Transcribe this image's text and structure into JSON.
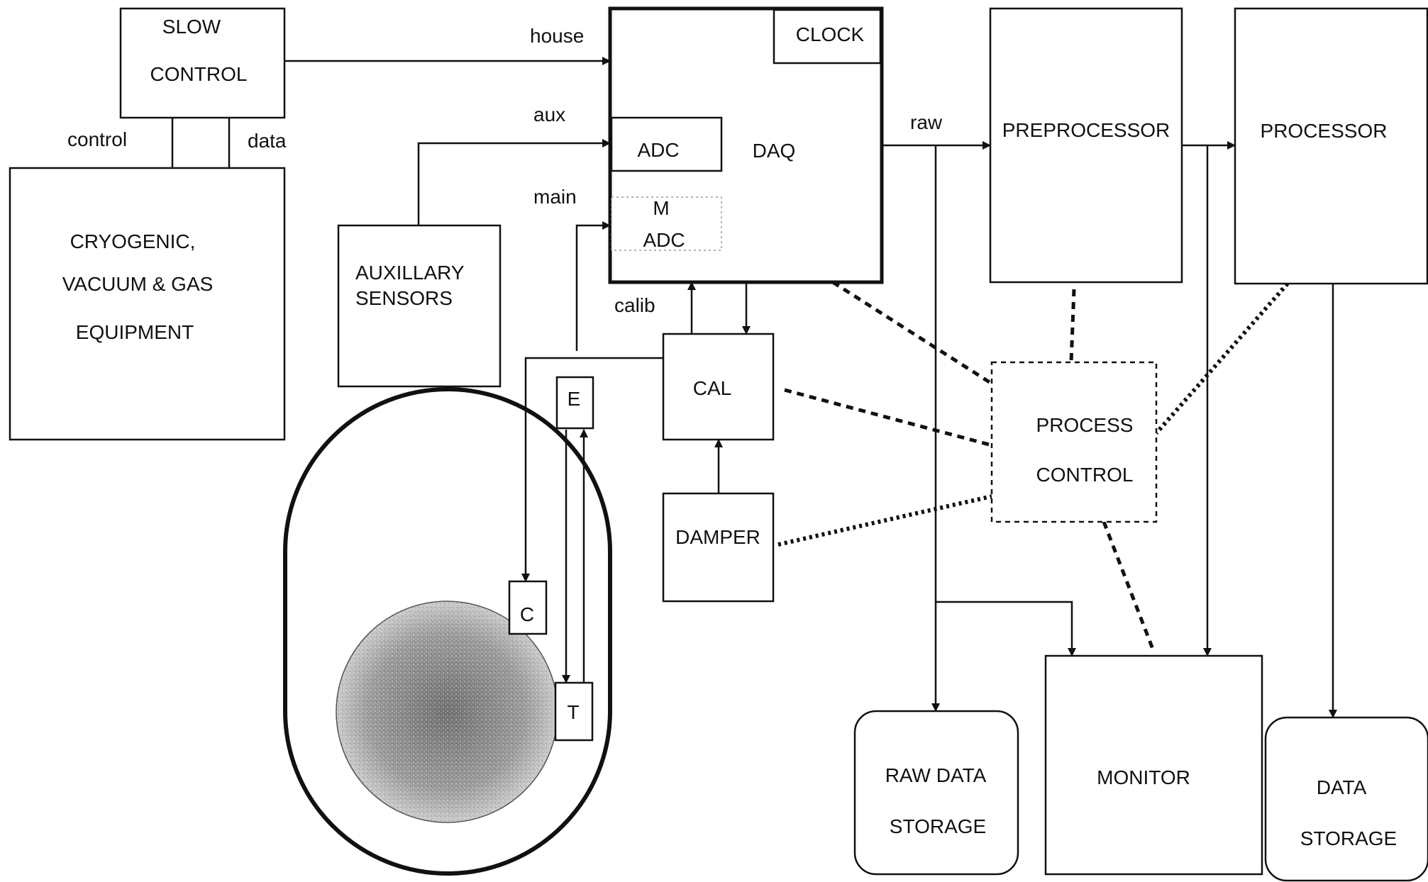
{
  "blocks": {
    "slow_control": [
      "SLOW",
      "CONTROL"
    ],
    "cryogenic": [
      "CRYOGENIC,",
      "VACUUM & GAS",
      "EQUIPMENT"
    ],
    "auxillary_sensors": [
      "AUXILLARY",
      "SENSORS"
    ],
    "daq": "DAQ",
    "clock": "CLOCK",
    "adc": "ADC",
    "main_adc": [
      "M",
      "ADC"
    ],
    "preprocessor": "PREPROCESSOR",
    "processor": "PROCESSOR",
    "cal": "CAL",
    "damper": "DAMPER",
    "process_control": [
      "PROCESS",
      "CONTROL"
    ],
    "raw_data_storage": [
      "RAW DATA",
      "STORAGE"
    ],
    "monitor": "MONITOR",
    "data_storage": [
      "DATA",
      "STORAGE"
    ],
    "e": "E",
    "c": "C",
    "t": "T"
  },
  "labels": {
    "house": "house",
    "aux": "aux",
    "main": "main",
    "calib": "calib",
    "raw": "raw",
    "control": "control",
    "data": "data"
  },
  "colors": {
    "ink": "#111111",
    "background": "#ffffff",
    "sphere": "#8a8a8a"
  }
}
